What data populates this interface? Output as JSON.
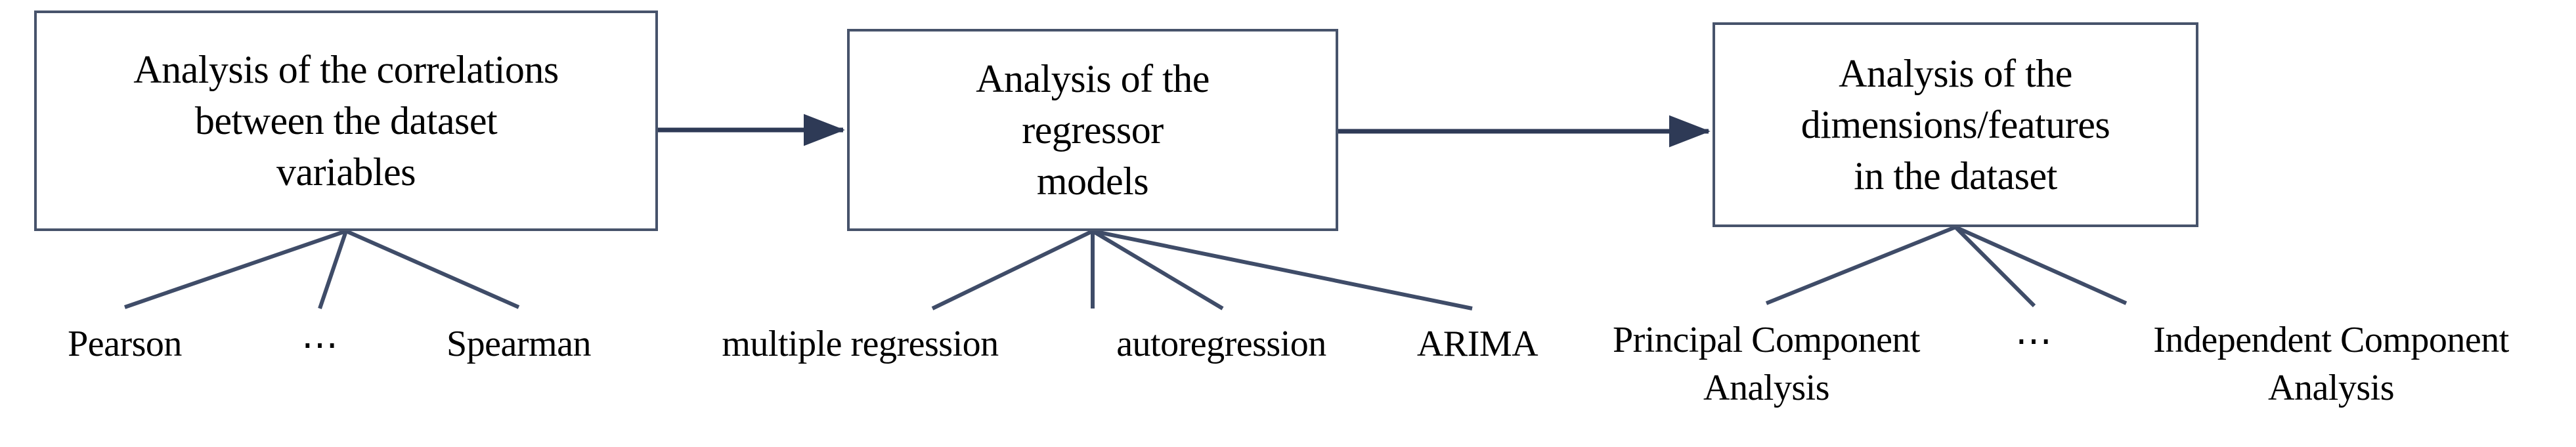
{
  "diagram": {
    "type": "flowchart",
    "orientation": "horizontal",
    "background_color": "#ffffff",
    "line_color": "#47536b",
    "text_color": "#000000",
    "stages": [
      {
        "id": "stage-1",
        "title": "Analysis of the correlations\nbetween the dataset\nvariables",
        "leaves": [
          {
            "label": "Pearson",
            "kind": "text"
          },
          {
            "label": "⋯",
            "kind": "ellipsis"
          },
          {
            "label": "Spearman",
            "kind": "text"
          }
        ]
      },
      {
        "id": "stage-2",
        "title": "Analysis of the\nregressor\nmodels",
        "leaves": [
          {
            "label": "multiple regression",
            "kind": "text"
          },
          {
            "label": "autoregression",
            "kind": "text"
          },
          {
            "label": "ARIMA",
            "kind": "text"
          }
        ]
      },
      {
        "id": "stage-3",
        "title": "Analysis of the\ndimensions/features\nin the dataset",
        "leaves": [
          {
            "label": "Principal Component\nAnalysis",
            "kind": "text"
          },
          {
            "label": "⋯",
            "kind": "ellipsis"
          },
          {
            "label": "Independent Component\nAnalysis",
            "kind": "text"
          }
        ]
      }
    ],
    "connectors": [
      {
        "from": "stage-1",
        "to": "stage-2",
        "style": "arrow"
      },
      {
        "from": "stage-2",
        "to": "stage-3",
        "style": "arrow"
      }
    ]
  }
}
